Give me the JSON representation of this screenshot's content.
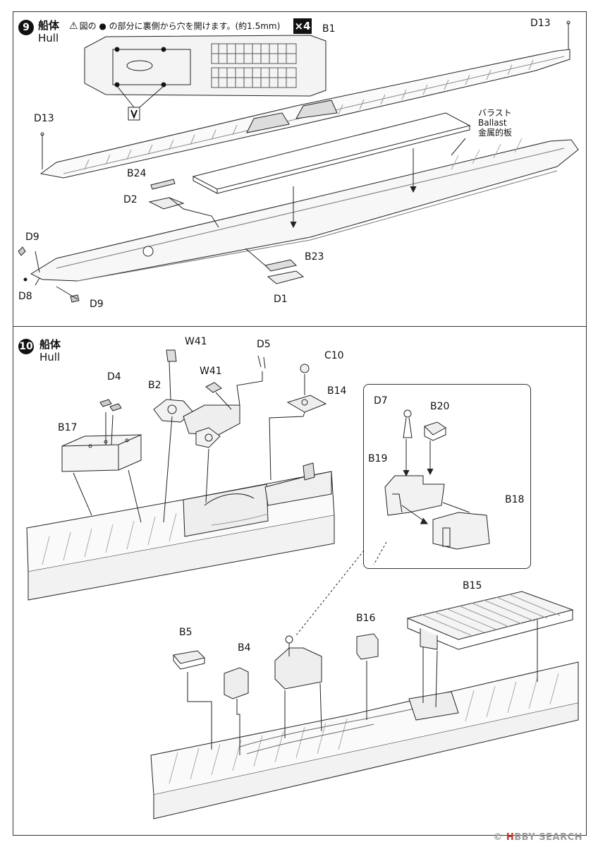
{
  "step9": {
    "number": "9",
    "title_jp": "船体",
    "title_en": "Hull",
    "note": "図の ● の部分に裏側から穴を開けます。(約1.5mm)",
    "multiplier": "×4",
    "ballast": {
      "jp": "バラスト",
      "en": "Ballast",
      "jp2": "金属的板"
    },
    "parts": {
      "B1": "B1",
      "D13a": "D13",
      "D13b": "D13",
      "B24": "B24",
      "D2": "D2",
      "D9a": "D9",
      "D8": "D8",
      "D9b": "D9",
      "B23": "B23",
      "D1": "D1"
    }
  },
  "step10": {
    "number": "10",
    "title_jp": "船体",
    "title_en": "Hull",
    "parts": {
      "W41a": "W41",
      "D5": "D5",
      "C10": "C10",
      "D4": "D4",
      "B2": "B2",
      "W41b": "W41",
      "B14": "B14",
      "B17": "B17",
      "D7": "D7",
      "B20": "B20",
      "B19": "B19",
      "B18": "B18",
      "B15": "B15",
      "B16": "B16",
      "B5": "B5",
      "B4": "B4"
    }
  },
  "watermark": {
    "brand_a": "H",
    "brand_b": "BBY SEARCH",
    "prefix": "©"
  }
}
